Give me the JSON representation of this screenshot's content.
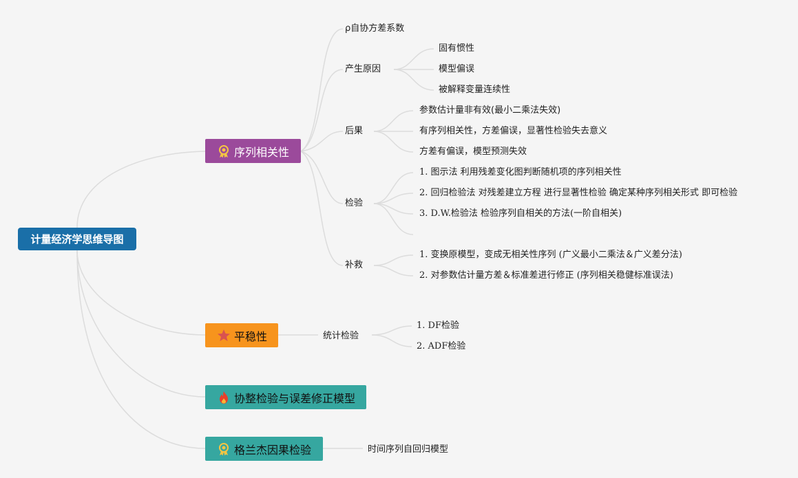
{
  "root": {
    "label": "计量经济学思维导图"
  },
  "branches": [
    {
      "id": "serial",
      "label": "序列相关性",
      "color": "#9b4a9b",
      "icon": "award-ribbon-icon"
    },
    {
      "id": "stationary",
      "label": "平稳性",
      "color": "#f7941d",
      "icon": "star-icon"
    },
    {
      "id": "coint",
      "label": "协整检验与误差修正模型",
      "color": "#36a7a0",
      "icon": "flame-icon"
    },
    {
      "id": "granger",
      "label": "格兰杰因果检验",
      "color": "#36a7a0",
      "icon": "award-ribbon-icon"
    }
  ],
  "serial": {
    "rho": "ρ自协方差系数",
    "causes": {
      "label": "产生原因",
      "items": [
        "固有惯性",
        "模型偏误",
        "被解释变量连续性"
      ]
    },
    "effects": {
      "label": "后果",
      "items": [
        "参数估计量非有效(最小二乘法失效)",
        "有序列相关性，方差偏误，显著性检验失去意义",
        "方差有偏误，模型预测失效"
      ]
    },
    "tests": {
      "label": "检验",
      "items": [
        "1. 图示法 利用残差变化图判断随机项的序列相关性",
        "2. 回归检验法 对残差建立方程 进行显著性检验 确定某种序列相关形式 即可检验",
        "3. D.W.检验法 检验序列自相关的方法(一阶自相关)"
      ]
    },
    "remedies": {
      "label": "补救",
      "items": [
        "1. 变换原模型，变成无相关性序列 (广义最小二乘法＆广义差分法)",
        "2. 对参数估计量方差＆标准差进行修正 (序列相关稳健标准误法)"
      ]
    }
  },
  "stationary": {
    "stat_test": {
      "label": "统计检验",
      "items": [
        "1. DF检验",
        "2. ADF检验"
      ]
    }
  },
  "granger": {
    "child": "时间序列自回归模型"
  },
  "colors": {
    "link": "#dcdcdc",
    "root": "#1a6fa8",
    "background": "#f5f5f5"
  }
}
